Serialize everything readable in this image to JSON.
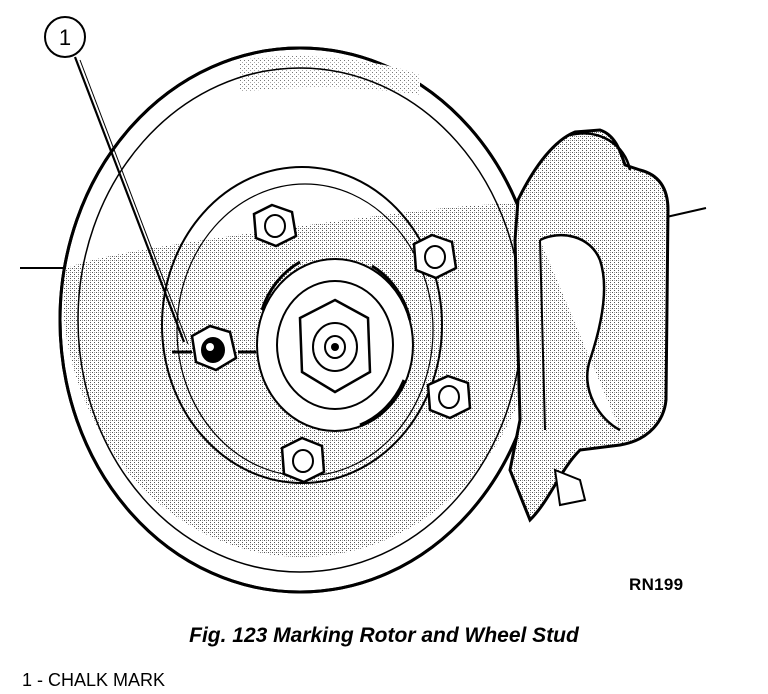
{
  "figure": {
    "callout_number": "1",
    "drawing_code": "RN199",
    "caption": "Fig. 123 Marking Rotor and Wheel Stud",
    "legend": [
      {
        "text": "1 - CHALK MARK"
      }
    ]
  }
}
